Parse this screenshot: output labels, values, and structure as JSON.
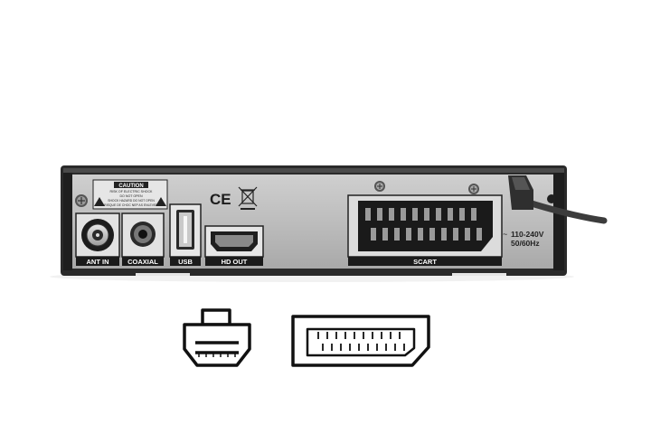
{
  "caution": {
    "title": "CAUTION",
    "line1": "RISK OF ELECTRIC SHOCK",
    "line2": "DO NOT OPEN",
    "line3": "SHOCK HAZARD DO NOT OPEN",
    "line4": "RISQUE DE CHOC NEP AS ENLEVER"
  },
  "cert": {
    "ce": "CE"
  },
  "ports": {
    "ant_in": "ANT IN",
    "coaxial": "COAXIAL",
    "usb": "USB",
    "hd_out": "HD OUT",
    "scart": "SCART"
  },
  "power": {
    "voltage": "110-240V",
    "frequency": "50/60Hz"
  },
  "colors": {
    "panel": "#bdbdbd",
    "chassis": "#2a2a2a",
    "cable": "#3c3c3c"
  }
}
